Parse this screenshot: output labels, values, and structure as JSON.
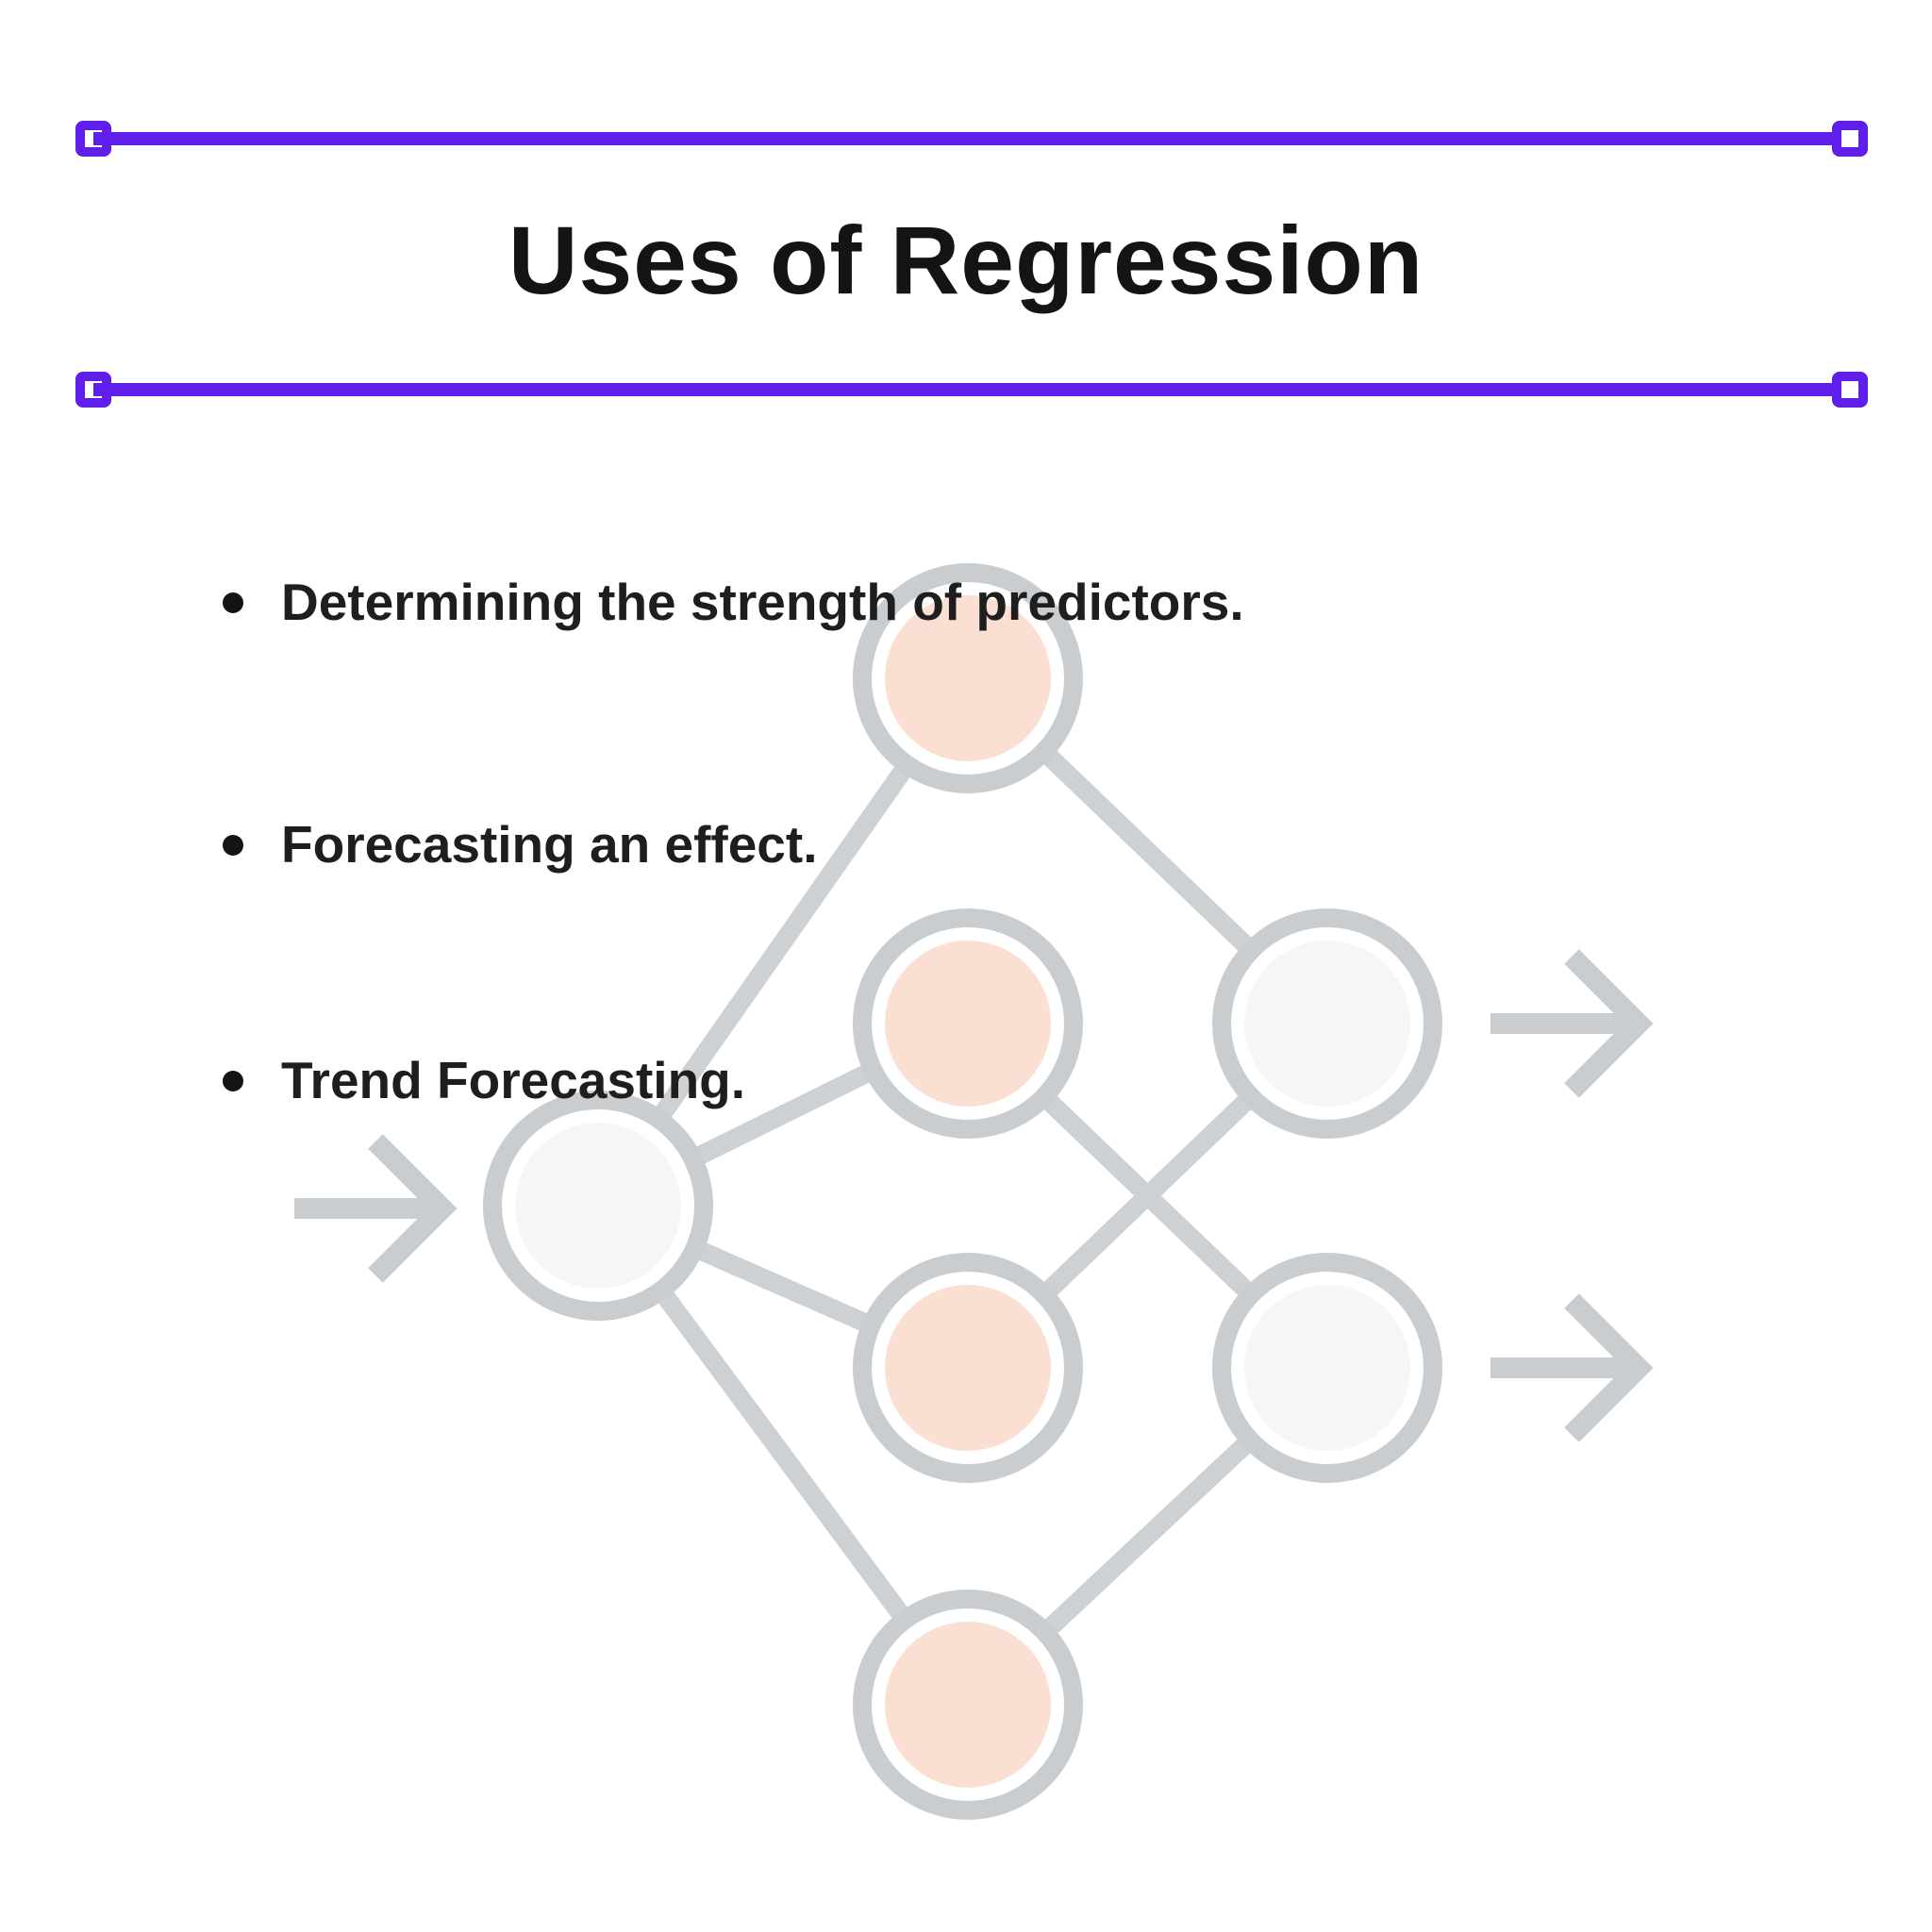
{
  "page": {
    "title": "Uses of Regression",
    "background_color": "#ffffff",
    "title_color": "#141414"
  },
  "accent": {
    "rule_color": "#5f1ee9"
  },
  "bullets": [
    {
      "text": "Determining the strength of predictors."
    },
    {
      "text": "Forecasting an effect."
    },
    {
      "text": "Trend Forecasting."
    }
  ],
  "decoration": {
    "name": "neural-network-watermark",
    "edge_color": "#cdd1d3",
    "ring_color": "#c9cdd0",
    "arrow_color": "#c9cdd0",
    "node_gap_color": "#ffffff",
    "hidden_node_fill": "#fbdfd3",
    "io_node_fill": "#f4f6f8",
    "input_nodes": 1,
    "hidden_nodes": 4,
    "output_nodes": 2,
    "input_arrows": 1,
    "output_arrows": 2
  }
}
